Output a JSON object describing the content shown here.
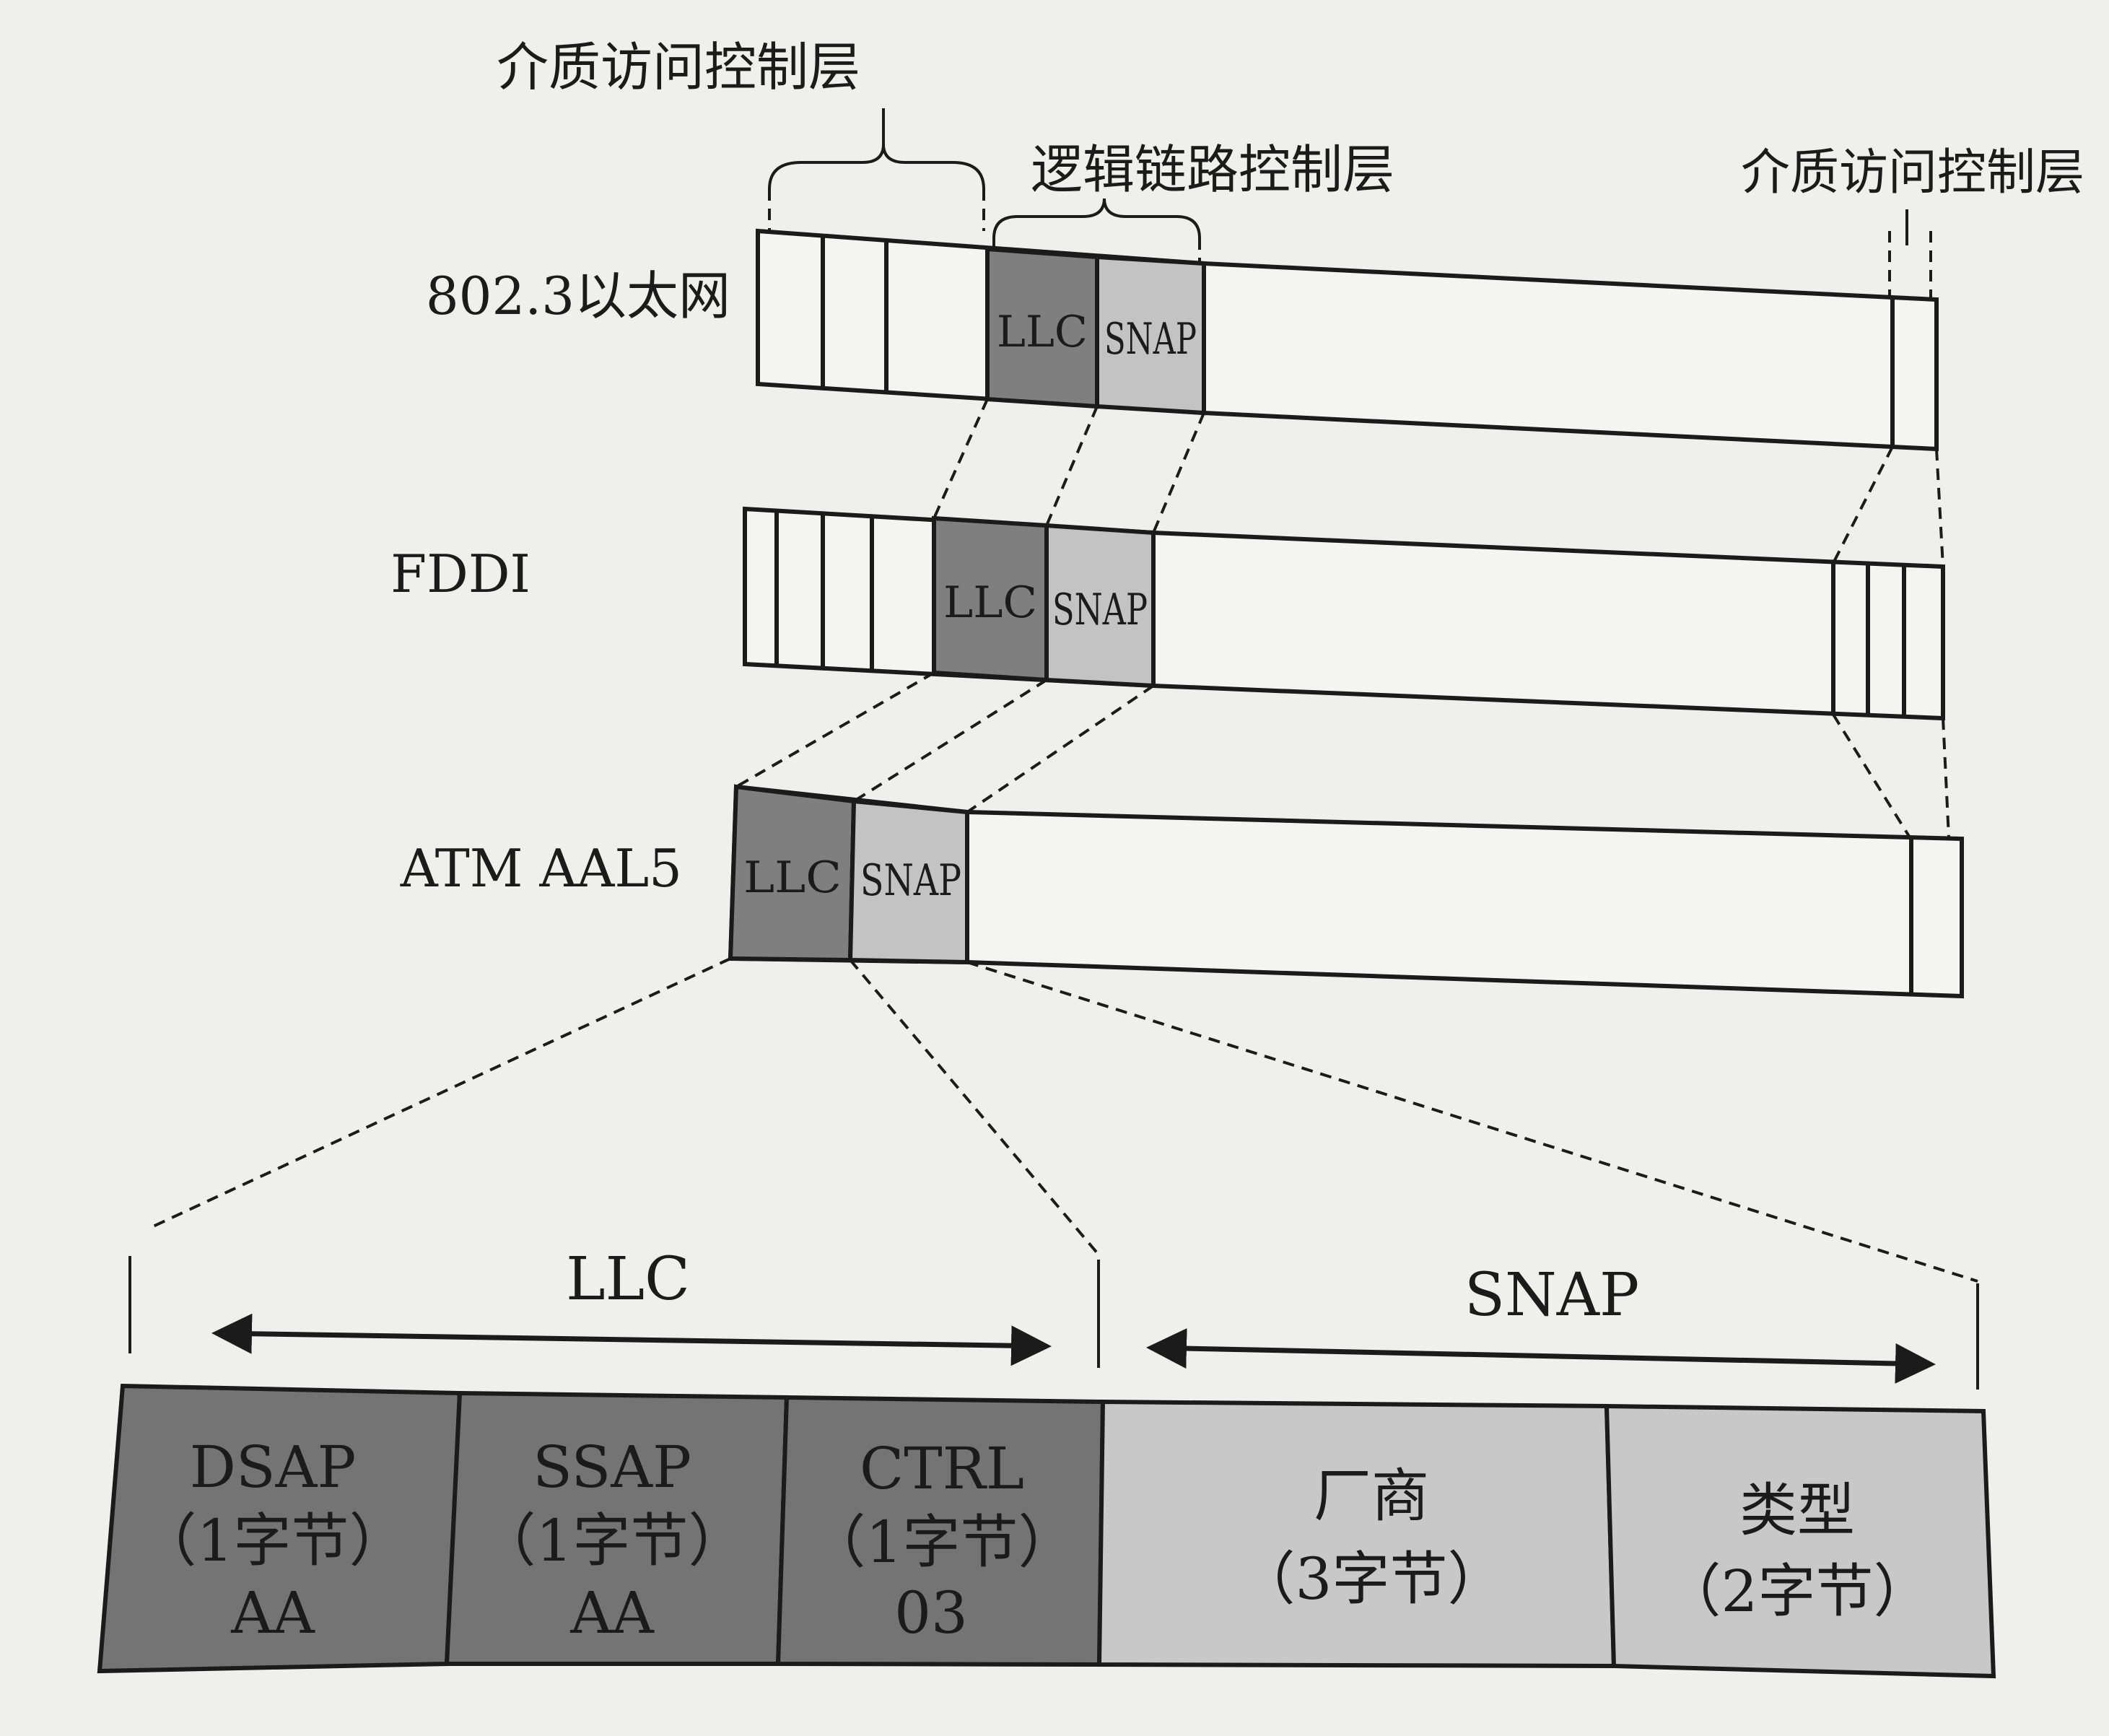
{
  "brace_labels": {
    "mac_left": "介质访问控制层",
    "llc_layer": "逻辑链路控制层",
    "mac_right": "介质访问控制层"
  },
  "frames": [
    {
      "name": "802.3以太网",
      "llc": "LLC",
      "snap": "SNAP"
    },
    {
      "name": "FDDI",
      "llc": "LLC",
      "snap": "SNAP"
    },
    {
      "name": "ATM AAL5",
      "llc": "LLC",
      "snap": "SNAP"
    }
  ],
  "detail": {
    "llc_title": "LLC",
    "snap_title": "SNAP",
    "fields": [
      {
        "name": "DSAP",
        "size": "（1字节）",
        "value": "AA"
      },
      {
        "name": "SSAP",
        "size": "（1字节）",
        "value": "AA"
      },
      {
        "name": "CTRL",
        "size": "（1字节）",
        "value": "03"
      },
      {
        "name": "厂商",
        "size": "（3字节）",
        "value": ""
      },
      {
        "name": "类型",
        "size": "（2字节）",
        "value": ""
      }
    ]
  },
  "colors": {
    "llc": "#7f7f7f",
    "snap": "#c3c3c3",
    "line": "#1b1b1b"
  }
}
